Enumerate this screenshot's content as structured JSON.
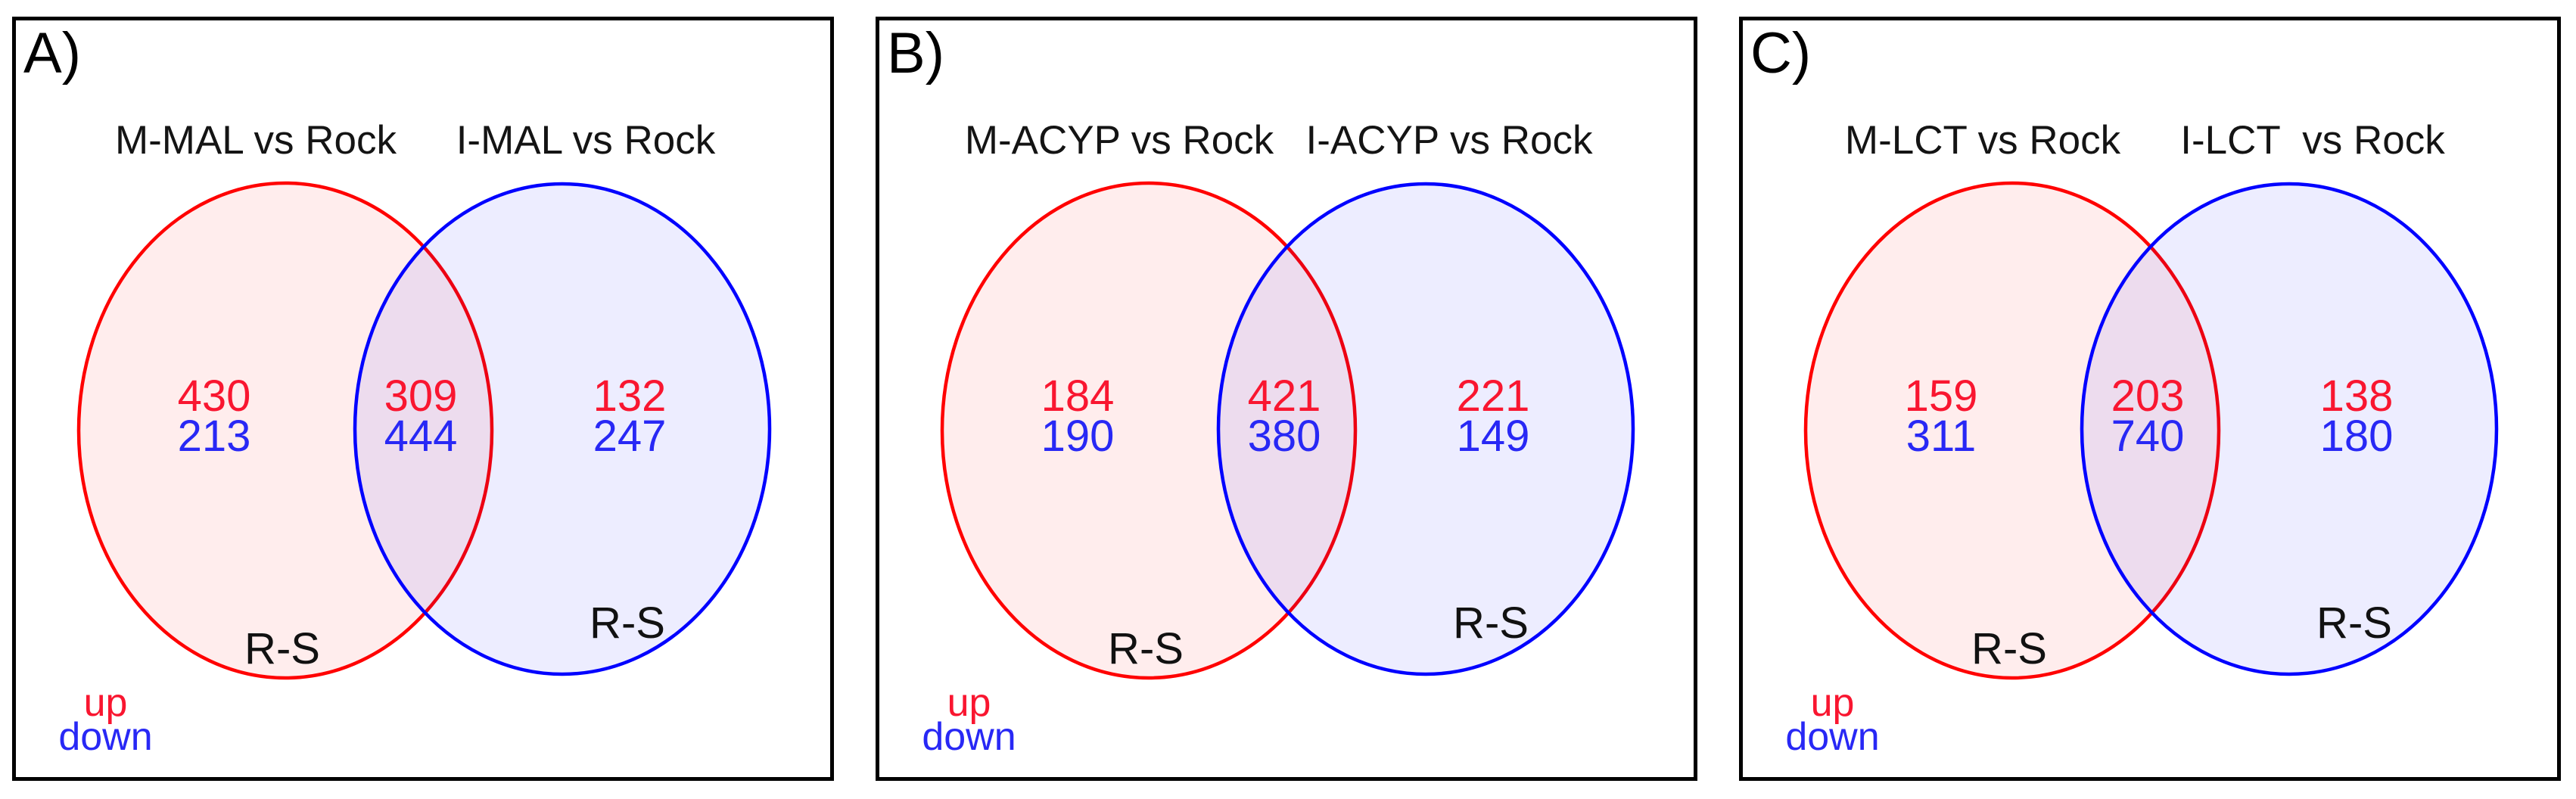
{
  "panels": [
    {
      "letter": "A)",
      "left_title": "M-MAL vs Rock",
      "right_title": "I-MAL vs Rock",
      "left_only": {
        "up": "430",
        "down": "213"
      },
      "overlap": {
        "up": "309",
        "down": "444"
      },
      "right_only": {
        "up": "132",
        "down": "247"
      },
      "left_circle_label": "R-S",
      "right_circle_label": "R-S",
      "legend_up": "up",
      "legend_down": "down"
    },
    {
      "letter": "B)",
      "left_title": "M-ACYP vs Rock",
      "right_title": "I-ACYP vs Rock",
      "left_only": {
        "up": "184",
        "down": "190"
      },
      "overlap": {
        "up": "421",
        "down": "380"
      },
      "right_only": {
        "up": "221",
        "down": "149"
      },
      "left_circle_label": "R-S",
      "right_circle_label": "R-S",
      "legend_up": "up",
      "legend_down": "down"
    },
    {
      "letter": "C)",
      "left_title": "M-LCT vs Rock",
      "right_title": "I-LCT  vs Rock",
      "left_only": {
        "up": "159",
        "down": "311"
      },
      "overlap": {
        "up": "203",
        "down": "740"
      },
      "right_only": {
        "up": "138",
        "down": "180"
      },
      "left_circle_label": "R-S",
      "right_circle_label": "R-S",
      "legend_up": "up",
      "legend_down": "down"
    }
  ],
  "colors": {
    "left_circle_stroke": "#ff0000",
    "right_circle_stroke": "#0000ff",
    "left_circle_fill": "#fcedee",
    "right_circle_fill": "#ededfa",
    "up_text": "#f91630",
    "down_text": "#2828f5",
    "title_text": "#141414",
    "panel_border": "#000000"
  },
  "chart_data": [
    {
      "type": "venn",
      "panel": "A",
      "left_set": "M-MAL vs Rock",
      "right_set": "I-MAL vs Rock",
      "set_annotation": "R-S",
      "up_regulated": {
        "left_only": 430,
        "overlap": 309,
        "right_only": 132
      },
      "down_regulated": {
        "left_only": 213,
        "overlap": 444,
        "right_only": 247
      },
      "legend": [
        "up",
        "down"
      ]
    },
    {
      "type": "venn",
      "panel": "B",
      "left_set": "M-ACYP vs Rock",
      "right_set": "I-ACYP vs Rock",
      "set_annotation": "R-S",
      "up_regulated": {
        "left_only": 184,
        "overlap": 421,
        "right_only": 221
      },
      "down_regulated": {
        "left_only": 190,
        "overlap": 380,
        "right_only": 149
      },
      "legend": [
        "up",
        "down"
      ]
    },
    {
      "type": "venn",
      "panel": "C",
      "left_set": "M-LCT vs Rock",
      "right_set": "I-LCT vs Rock",
      "set_annotation": "R-S",
      "up_regulated": {
        "left_only": 159,
        "overlap": 203,
        "right_only": 138
      },
      "down_regulated": {
        "left_only": 311,
        "overlap": 740,
        "right_only": 180
      },
      "legend": [
        "up",
        "down"
      ]
    }
  ]
}
